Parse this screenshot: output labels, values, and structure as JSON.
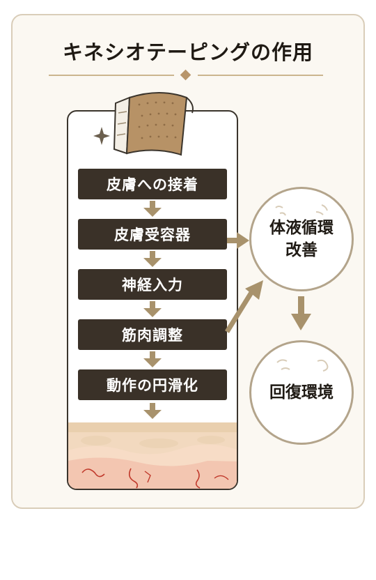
{
  "title": "キネシオテーピングの作用",
  "steps": [
    {
      "label": "皮膚への接着"
    },
    {
      "label": "皮膚受容器"
    },
    {
      "label": "神経入力"
    },
    {
      "label": "筋肉調整"
    },
    {
      "label": "動作の円滑化"
    }
  ],
  "outcomes": [
    {
      "line1": "体液循環",
      "line2": "改善"
    },
    {
      "line1": "回復環境"
    }
  ],
  "colors": {
    "step_bg": "#3a3128",
    "arrow": "#a8926c",
    "circle_border": "#b3a48b",
    "accent": "#b8956a"
  },
  "icons": [
    "sparkle-icon",
    "tape-roll-icon",
    "skin-layer-illustration"
  ]
}
